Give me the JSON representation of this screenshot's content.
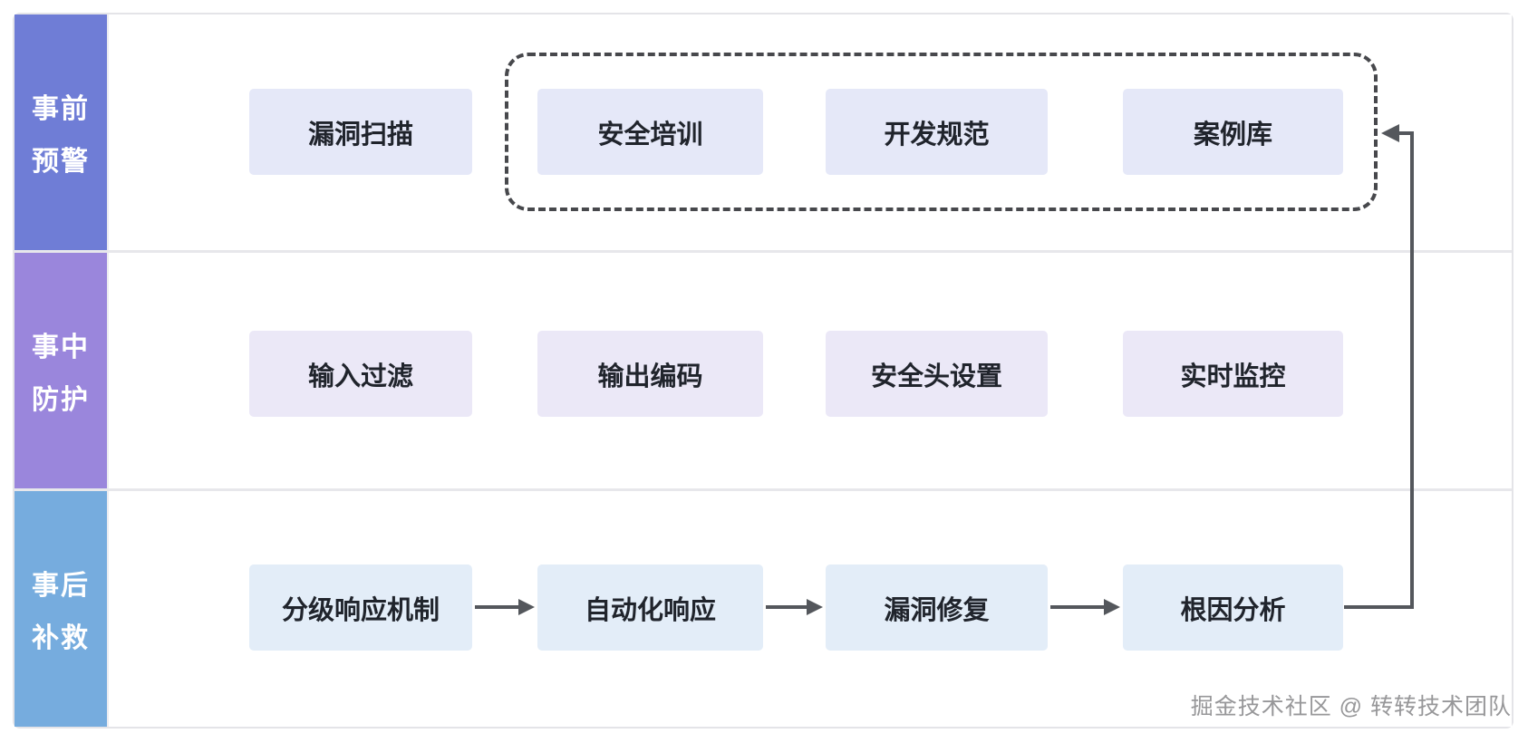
{
  "lanes": [
    {
      "label": "事前预警",
      "label_lines": [
        "事前",
        "预警"
      ],
      "header_color": "#6f7dd6",
      "node_fill": "#e5e8f8",
      "nodes": [
        "漏洞扫描",
        "安全培训",
        "开发规范",
        "案例库"
      ]
    },
    {
      "label": "事中防护",
      "label_lines": [
        "事中",
        "防护"
      ],
      "header_color": "#9a86dc",
      "node_fill": "#ebe8f7",
      "nodes": [
        "输入过滤",
        "输出编码",
        "安全头设置",
        "实时监控"
      ]
    },
    {
      "label": "事后补救",
      "label_lines": [
        "事后",
        "补救"
      ],
      "header_color": "#76acde",
      "node_fill": "#e3edf8",
      "nodes": [
        "分级响应机制",
        "自动化响应",
        "漏洞修复",
        "根因分析"
      ]
    }
  ],
  "dashed_group": {
    "members": [
      "安全培训",
      "开发规范",
      "案例库"
    ],
    "border_color": "#47484c"
  },
  "flow": {
    "sequence": [
      "分级响应机制",
      "自动化响应",
      "漏洞修复",
      "根因分析"
    ],
    "feedback_from": "根因分析",
    "feedback_to_group": [
      "安全培训",
      "开发规范",
      "案例库"
    ]
  },
  "arrow_color": "#54575c",
  "watermark": "掘金技术社区 @ 转转技术团队"
}
